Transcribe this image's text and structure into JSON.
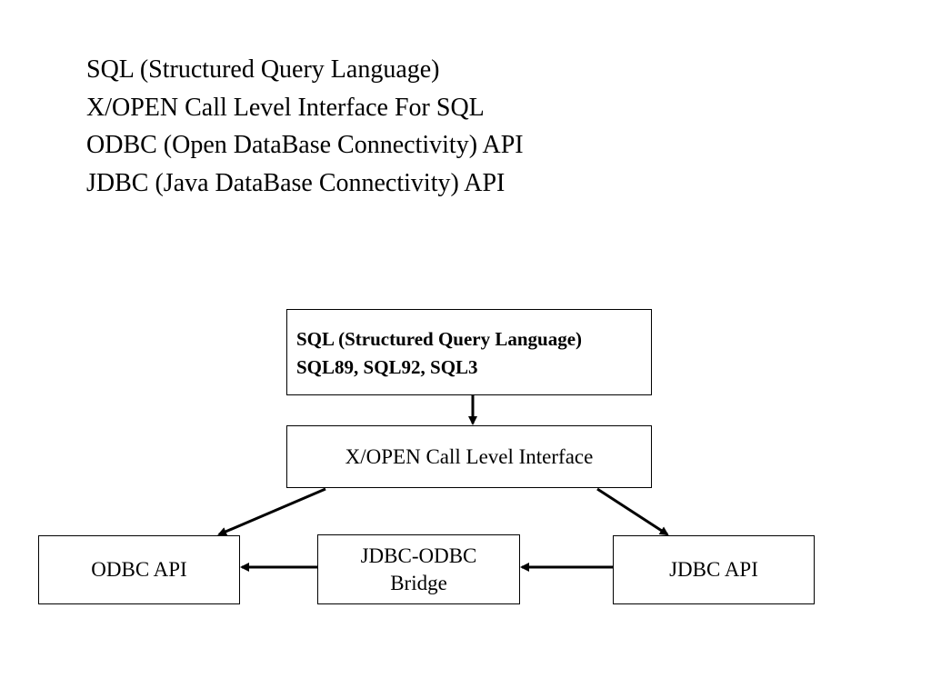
{
  "bullets": [
    "SQL (Structured Query Language)",
    "X/OPEN Call Level Interface For SQL",
    "ODBC (Open DataBase Connectivity) API",
    "JDBC (Java DataBase Connectivity) API"
  ],
  "diagram": {
    "sql_box": {
      "line1": "SQL (Structured Query Language)",
      "line2": "SQL89, SQL92, SQL3"
    },
    "cli_box": "X/OPEN Call Level Interface",
    "odbc_box": "ODBC API",
    "bridge_box": {
      "line1": "JDBC-ODBC",
      "line2": "Bridge"
    },
    "jdbc_box": "JDBC API"
  }
}
